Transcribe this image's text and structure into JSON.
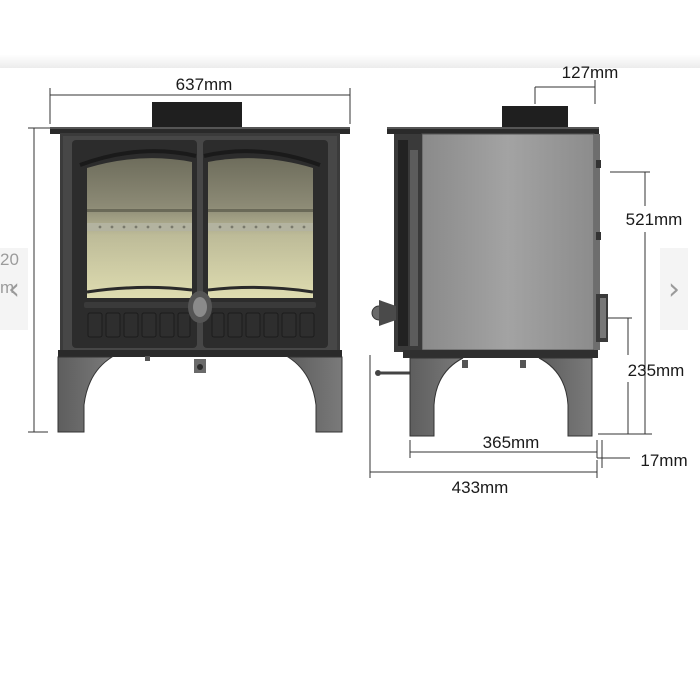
{
  "dimensions": {
    "width": "637mm",
    "flue_offset": "127mm",
    "height_partial_top": "20",
    "height_partial_bottom": "m",
    "flue_height": "521mm",
    "rear_outlet_height": "235mm",
    "leg_depth": "365mm",
    "rear_clearance": "17mm",
    "overall_depth": "433mm"
  },
  "navigation": {
    "prev_icon": "chevron-left-icon",
    "next_icon": "chevron-right-icon",
    "prev_glyph": "‹",
    "next_glyph": "›"
  },
  "colors": {
    "body": "#5d5d5d",
    "body_dark": "#2f2f2f",
    "glass_top": "#8c8a76",
    "glass_bottom": "#d8d6aa",
    "dimension_line": "#333333"
  }
}
